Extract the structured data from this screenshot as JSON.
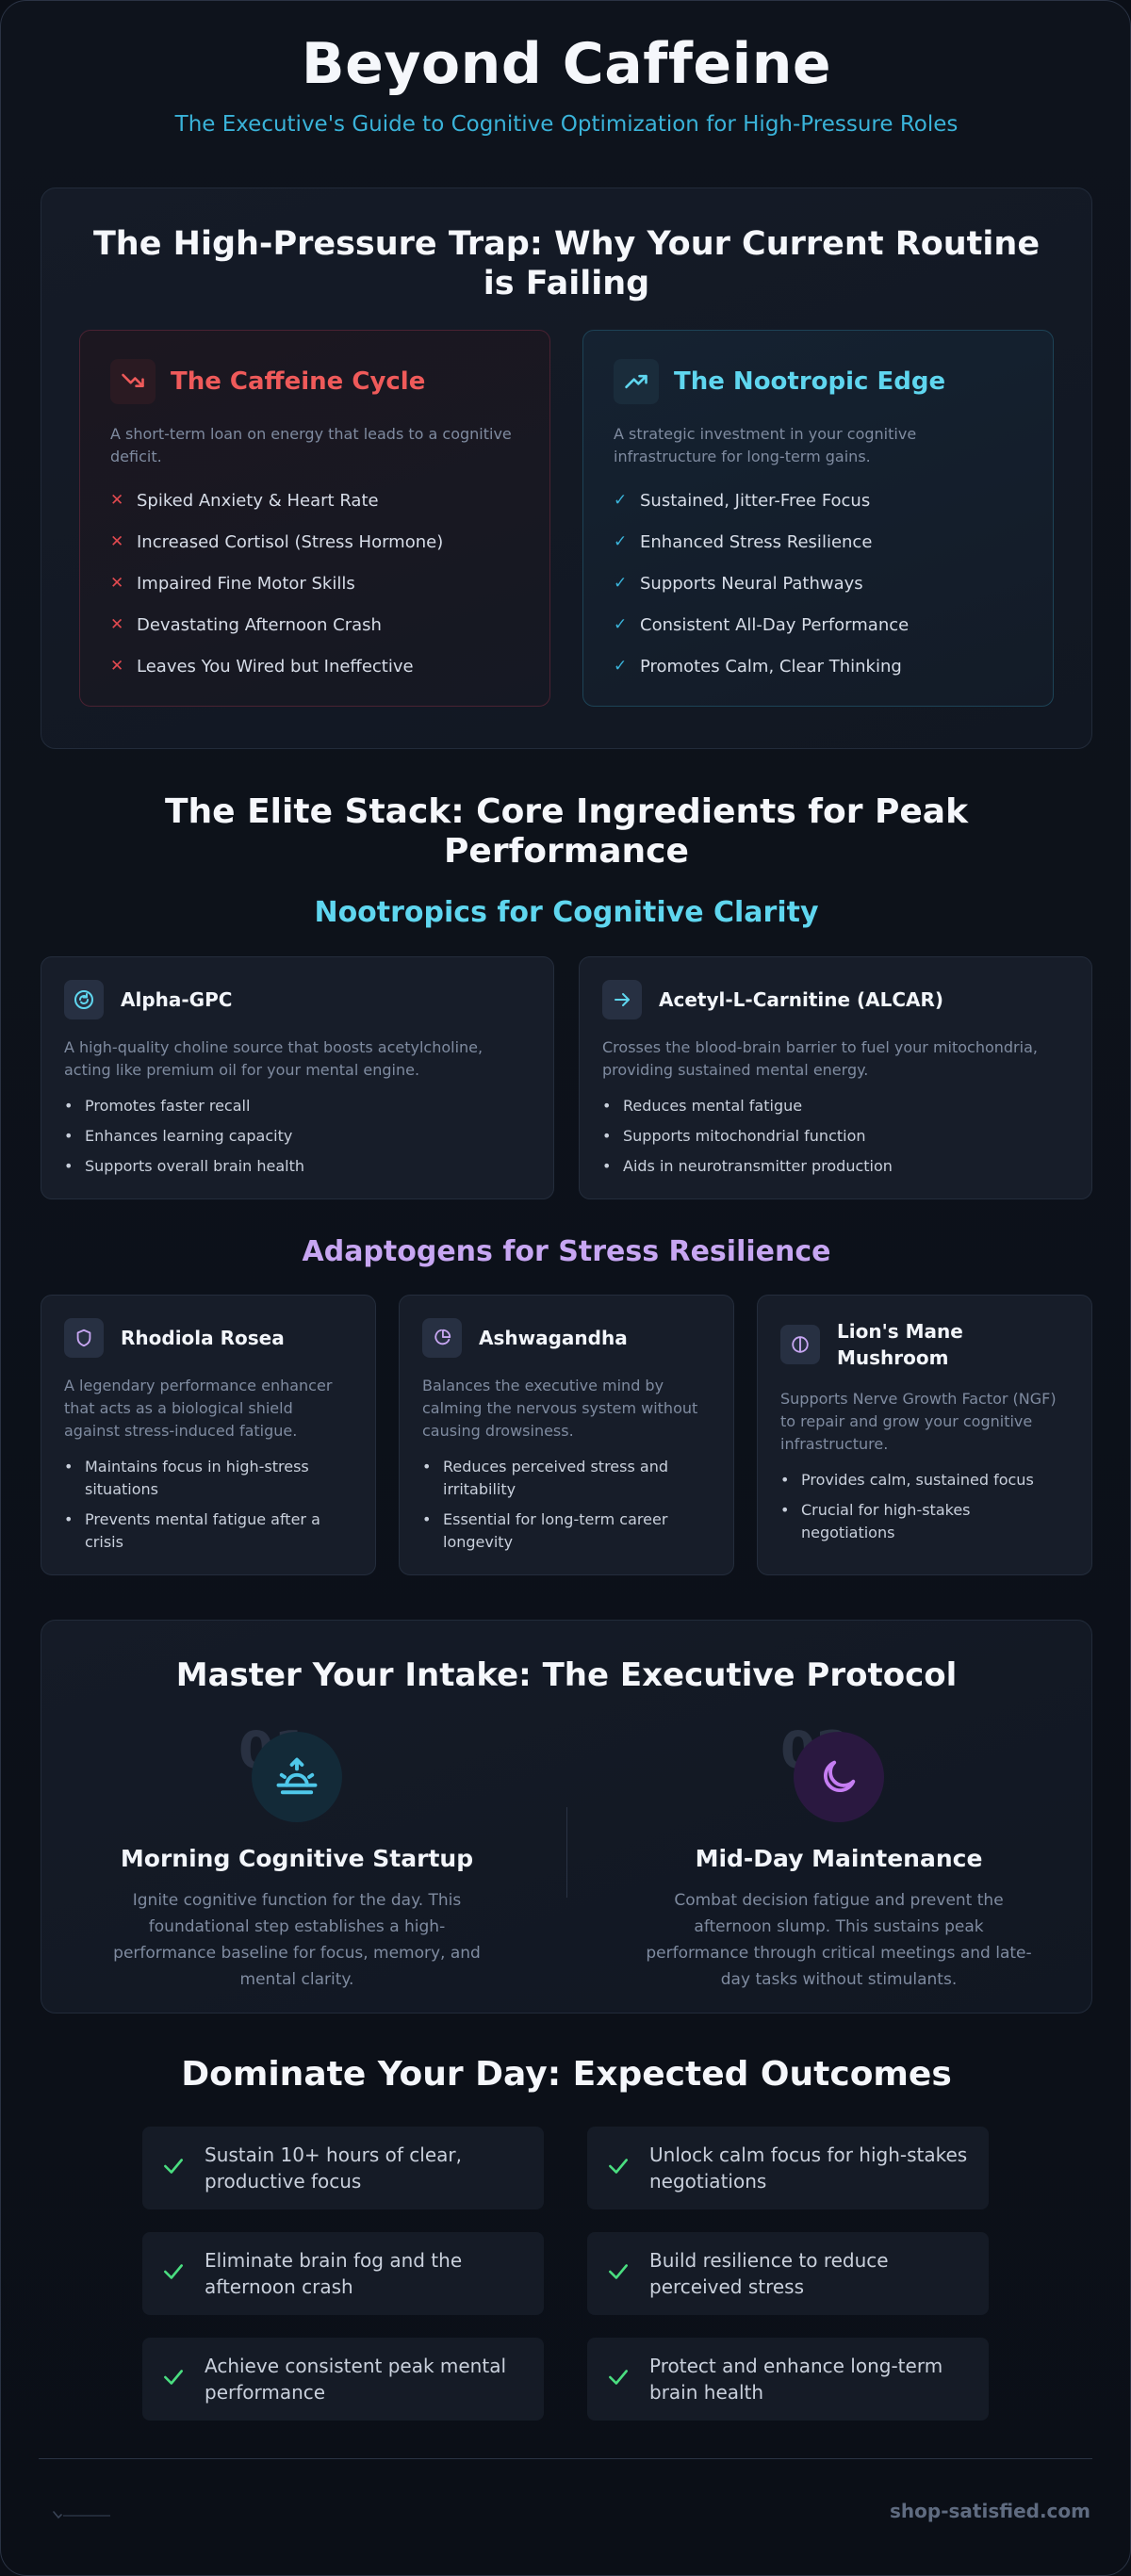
{
  "hero": {
    "title": "Beyond Caffeine",
    "subtitle": "The Executive's Guide to Cognitive Optimization for High-Pressure Roles"
  },
  "trap": {
    "title": "The High-Pressure Trap: Why Your Current Routine is Failing",
    "bad": {
      "icon": "trending-down-icon",
      "title": "The Caffeine Cycle",
      "desc": "A short-term loan on energy that leads to a cognitive deficit.",
      "items": [
        "Spiked Anxiety & Heart Rate",
        "Increased Cortisol (Stress Hormone)",
        "Impaired Fine Motor Skills",
        "Devastating Afternoon Crash",
        "Leaves You Wired but Ineffective"
      ]
    },
    "good": {
      "icon": "trending-up-icon",
      "title": "The Nootropic Edge",
      "desc": "A strategic investment in your cognitive infrastructure for long-term gains.",
      "items": [
        "Sustained, Jitter-Free Focus",
        "Enhanced Stress Resilience",
        "Supports Neural Pathways",
        "Consistent All-Day Performance",
        "Promotes Calm, Clear Thinking"
      ]
    }
  },
  "stack": {
    "title": "The Elite Stack: Core Ingredients for Peak Performance",
    "nootropics_title": "Nootropics for Cognitive Clarity",
    "adaptogens_title": "Adaptogens for Stress Resilience",
    "nootropics": [
      {
        "icon": "refresh-icon",
        "name": "Alpha-GPC",
        "desc": "A high-quality choline source that boosts acetylcholine, acting like premium oil for your mental engine.",
        "items": [
          "Promotes faster recall",
          "Enhances learning capacity",
          "Supports overall brain health"
        ]
      },
      {
        "icon": "arrow-right-icon",
        "name": "Acetyl-L-Carnitine (ALCAR)",
        "desc": "Crosses the blood-brain barrier to fuel your mitochondria, providing sustained mental energy.",
        "items": [
          "Reduces mental fatigue",
          "Supports mitochondrial function",
          "Aids in neurotransmitter production"
        ]
      }
    ],
    "adaptogens": [
      {
        "icon": "shield-icon",
        "name": "Rhodiola Rosea",
        "desc": "A legendary performance enhancer that acts as a biological shield against stress-induced fatigue.",
        "items": [
          "Maintains focus in high-stress situations",
          "Prevents mental fatigue after a crisis"
        ]
      },
      {
        "icon": "pie-chart-icon",
        "name": "Ashwagandha",
        "desc": "Balances the executive mind by calming the nervous system without causing drowsiness.",
        "items": [
          "Reduces perceived stress and irritability",
          "Essential for long-term career longevity"
        ]
      },
      {
        "icon": "half-circle-icon",
        "name": "Lion's Mane Mushroom",
        "desc": "Supports Nerve Growth Factor (NGF) to repair and grow your cognitive infrastructure.",
        "items": [
          "Provides calm, sustained focus",
          "Crucial for high-stakes negotiations"
        ]
      }
    ]
  },
  "protocol": {
    "title": "Master Your Intake: The Executive Protocol",
    "steps": [
      {
        "num": "01",
        "icon": "sunrise-icon",
        "title": "Morning Cognitive Startup",
        "desc": "Ignite cognitive function for the day. This foundational step establishes a high-performance baseline for focus, memory, and mental clarity."
      },
      {
        "num": "02",
        "icon": "moon-icon",
        "title": "Mid-Day Maintenance",
        "desc": "Combat decision fatigue and prevent the afternoon slump. This sustains peak performance through critical meetings and late-day tasks without stimulants."
      }
    ]
  },
  "outcomes": {
    "title": "Dominate Your Day: Expected Outcomes",
    "items": [
      "Sustain 10+ hours of clear, productive focus",
      "Unlock calm focus for high-stakes negotiations",
      "Eliminate brain fog and the afternoon crash",
      "Build resilience to reduce perceived stress",
      "Achieve consistent peak mental performance",
      "Protect and enhance long-term brain health"
    ]
  },
  "footer": {
    "brand": "shop-satisfied.com"
  },
  "colors": {
    "accent_cyan": "#5fd6ef",
    "accent_red": "#ef5a5a",
    "accent_purple": "#c7a6f2",
    "check_green": "#4ade80"
  }
}
